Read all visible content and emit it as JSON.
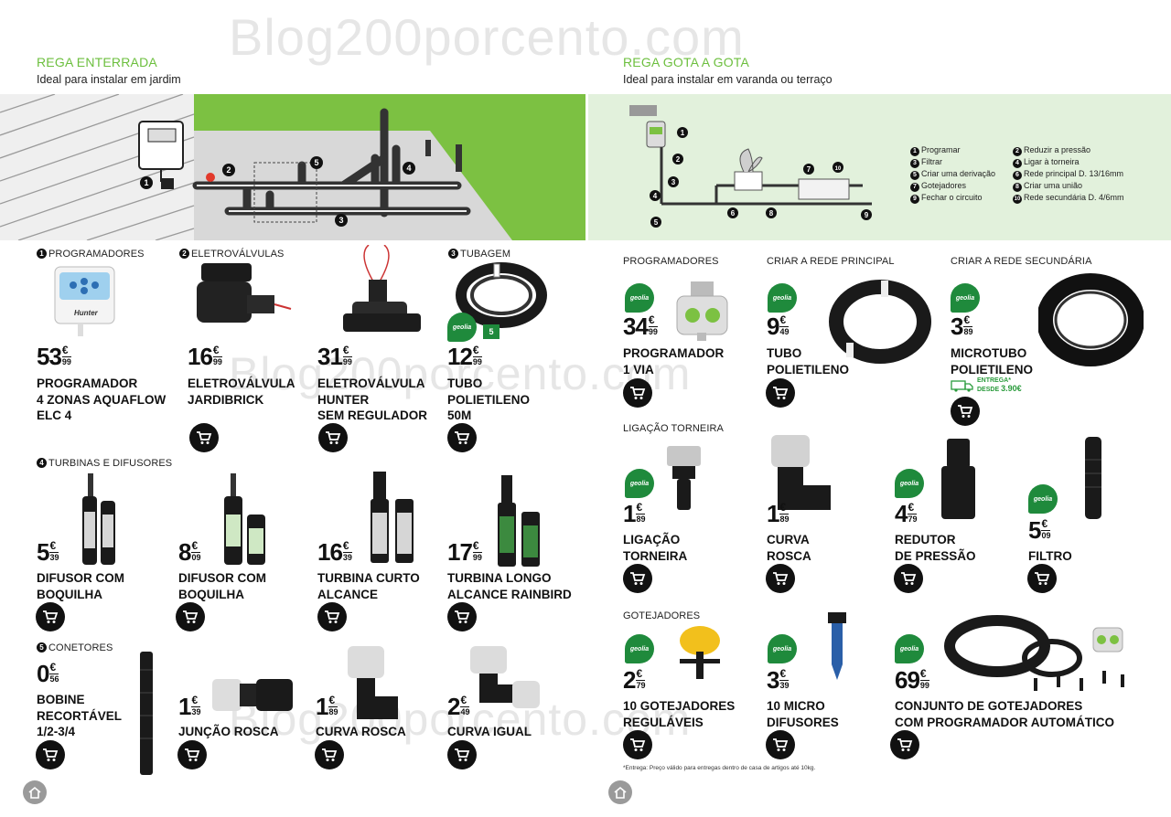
{
  "watermark": "Blog200porcento.com",
  "colors": {
    "green": "#6cbf3e",
    "dark": "#111111",
    "panel_right": "#e2f1dc",
    "geolia": "#1f8a3c"
  },
  "left": {
    "title": "REGA ENTERRADA",
    "subtitle": "Ideal para instalar em jardim",
    "diagram_numbers": [
      "1",
      "2",
      "3",
      "4",
      "5"
    ]
  },
  "right": {
    "title": "REGA GOTA A GOTA",
    "subtitle": "Ideal para instalar em varanda ou terraço",
    "legend": [
      {
        "n": "1",
        "t": "Programar"
      },
      {
        "n": "2",
        "t": "Reduzir a pressão"
      },
      {
        "n": "3",
        "t": "Filtrar"
      },
      {
        "n": "4",
        "t": "Ligar à torneira"
      },
      {
        "n": "5",
        "t": "Criar uma derivação"
      },
      {
        "n": "6",
        "t": "Rede principal D. 13/16mm"
      },
      {
        "n": "7",
        "t": "Gotejadores"
      },
      {
        "n": "8",
        "t": "Criar uma união"
      },
      {
        "n": "9",
        "t": "Fechar o circuito"
      },
      {
        "n": "10",
        "t": "Rede secundária D. 4/6mm"
      }
    ],
    "diagram_numbers": [
      "1",
      "2",
      "3",
      "4",
      "5",
      "6",
      "7",
      "8",
      "9",
      "10"
    ]
  },
  "categories": {
    "programadores_l": {
      "n": "1",
      "t": "PROGRAMADORES"
    },
    "eletrovalvulas": {
      "n": "2",
      "t": "ELETROVÁLVULAS"
    },
    "tubagem": {
      "n": "3",
      "t": "TUBAGEM"
    },
    "turbinas": {
      "n": "4",
      "t": "TURBINAS E DIFUSORES"
    },
    "conetores": {
      "n": "5",
      "t": "CONETORES"
    },
    "programadores_r": "PROGRAMADORES",
    "rede_principal": "CRIAR A REDE PRINCIPAL",
    "rede_secundaria": "CRIAR A REDE SECUNDÁRIA",
    "ligacao_torneira": "LIGAÇÃO TORNEIRA",
    "gotejadores": "GOTEJADORES"
  },
  "geolia_label": "geolia",
  "tube_length_badge": "5",
  "products": {
    "p1": {
      "int": "53",
      "cur": "€",
      "dec": "99",
      "name": [
        "PROGRAMADOR",
        "4 ZONAS AQUAFLOW",
        "ELC 4"
      ],
      "brand": "Hunter"
    },
    "p2": {
      "int": "16",
      "cur": "€",
      "dec": "99",
      "name": [
        "ELETROVÁLVULA",
        "JARDIBRICK"
      ]
    },
    "p3": {
      "int": "31",
      "cur": "€",
      "dec": "99",
      "name": [
        "ELETROVÁLVULA",
        "HUNTER",
        "SEM REGULADOR"
      ]
    },
    "p4": {
      "int": "12",
      "cur": "€",
      "dec": "99",
      "name": [
        "TUBO",
        "POLIETILENO",
        "50M"
      ]
    },
    "p5": {
      "int": "5",
      "cur": "€",
      "dec": "39",
      "name": [
        "DIFUSOR COM",
        "BOQUILHA"
      ]
    },
    "p6": {
      "int": "8",
      "cur": "€",
      "dec": "09",
      "name": [
        "DIFUSOR COM",
        "BOQUILHA"
      ]
    },
    "p7": {
      "int": "16",
      "cur": "€",
      "dec": "39",
      "name": [
        "TURBINA CURTO",
        "ALCANCE"
      ]
    },
    "p8": {
      "int": "17",
      "cur": "€",
      "dec": "99",
      "name": [
        "TURBINA LONGO",
        "ALCANCE RAINBIRD"
      ]
    },
    "p9": {
      "int": "0",
      "cur": "€",
      "dec": "56",
      "name": [
        "BOBINE",
        "RECORTÁVEL",
        "1/2-3/4"
      ]
    },
    "p10": {
      "int": "1",
      "cur": "€",
      "dec": "39",
      "name": [
        "JUNÇÃO ROSCA"
      ]
    },
    "p11": {
      "int": "1",
      "cur": "€",
      "dec": "89",
      "name": [
        "CURVA ROSCA"
      ]
    },
    "p12": {
      "int": "2",
      "cur": "€",
      "dec": "49",
      "name": [
        "CURVA IGUAL"
      ]
    },
    "r1": {
      "int": "34",
      "cur": "€",
      "dec": "99",
      "name": [
        "PROGRAMADOR",
        "1 VIA"
      ]
    },
    "r2": {
      "int": "9",
      "cur": "€",
      "dec": "49",
      "name": [
        "TUBO",
        "POLIETILENO"
      ]
    },
    "r3": {
      "int": "3",
      "cur": "€",
      "dec": "89",
      "name": [
        "MICROTUBO",
        "POLIETILENO"
      ],
      "delivery": [
        "ENTREGA*",
        "DESDE",
        "3.90€"
      ]
    },
    "r4": {
      "int": "1",
      "cur": "€",
      "dec": "89",
      "name": [
        "LIGAÇÃO",
        "TORNEIRA"
      ]
    },
    "r5": {
      "int": "1",
      "cur": "€",
      "dec": "89",
      "name": [
        "CURVA",
        "ROSCA"
      ]
    },
    "r6": {
      "int": "4",
      "cur": "€",
      "dec": "79",
      "name": [
        "REDUTOR",
        "DE PRESSÃO"
      ]
    },
    "r7": {
      "int": "5",
      "cur": "€",
      "dec": "09",
      "name": [
        "FILTRO"
      ]
    },
    "r8": {
      "int": "2",
      "cur": "€",
      "dec": "79",
      "name": [
        "10 GOTEJADORES",
        "REGULÁVEIS"
      ]
    },
    "r9": {
      "int": "3",
      "cur": "€",
      "dec": "39",
      "name": [
        "10 MICRO",
        "DIFUSORES"
      ]
    },
    "r10": {
      "int": "69",
      "cur": "€",
      "dec": "99",
      "name": [
        "CONJUNTO DE GOTEJADORES",
        "COM PROGRAMADOR AUTOMÁTICO"
      ]
    }
  },
  "footnote": "*Entrega: Preço válido para entregas dentro de casa de artigos até 10kg."
}
